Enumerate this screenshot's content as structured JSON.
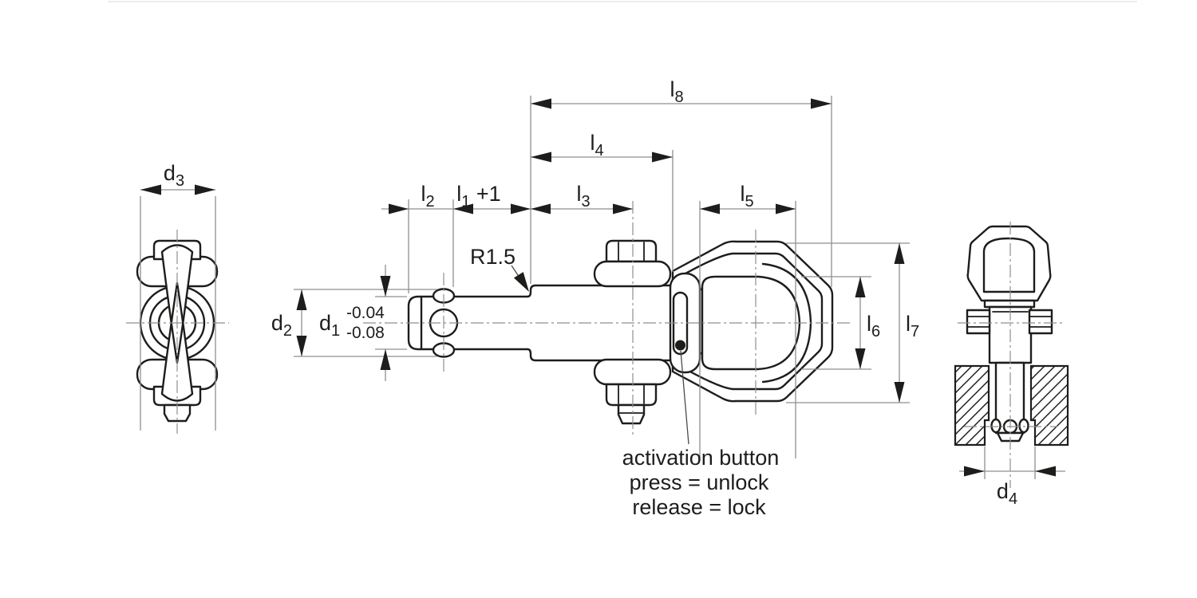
{
  "colors": {
    "background": "#ffffff",
    "outline": "#1d1d1b",
    "thin_line": "#8f8f8f",
    "text": "#1d1d1b"
  },
  "dims": {
    "d1": {
      "base": "d",
      "sub": "1",
      "tolerance_upper": "-0.04",
      "tolerance_lower": "-0.08"
    },
    "d2": {
      "base": "d",
      "sub": "2"
    },
    "d3": {
      "base": "d",
      "sub": "3"
    },
    "d4": {
      "base": "d",
      "sub": "4"
    },
    "l1": {
      "base": "l",
      "sub": "1",
      "suffix": " +1"
    },
    "l2": {
      "base": "l",
      "sub": "2"
    },
    "l3": {
      "base": "l",
      "sub": "3"
    },
    "l4": {
      "base": "l",
      "sub": "4"
    },
    "l5": {
      "base": "l",
      "sub": "5"
    },
    "l6": {
      "base": "l",
      "sub": "6"
    },
    "l7": {
      "base": "l",
      "sub": "7"
    },
    "l8": {
      "base": "l",
      "sub": "8"
    },
    "radius": "R1.5"
  },
  "annotation": {
    "line1": "activation button",
    "line2": "press = unlock",
    "line3": "release = lock"
  }
}
